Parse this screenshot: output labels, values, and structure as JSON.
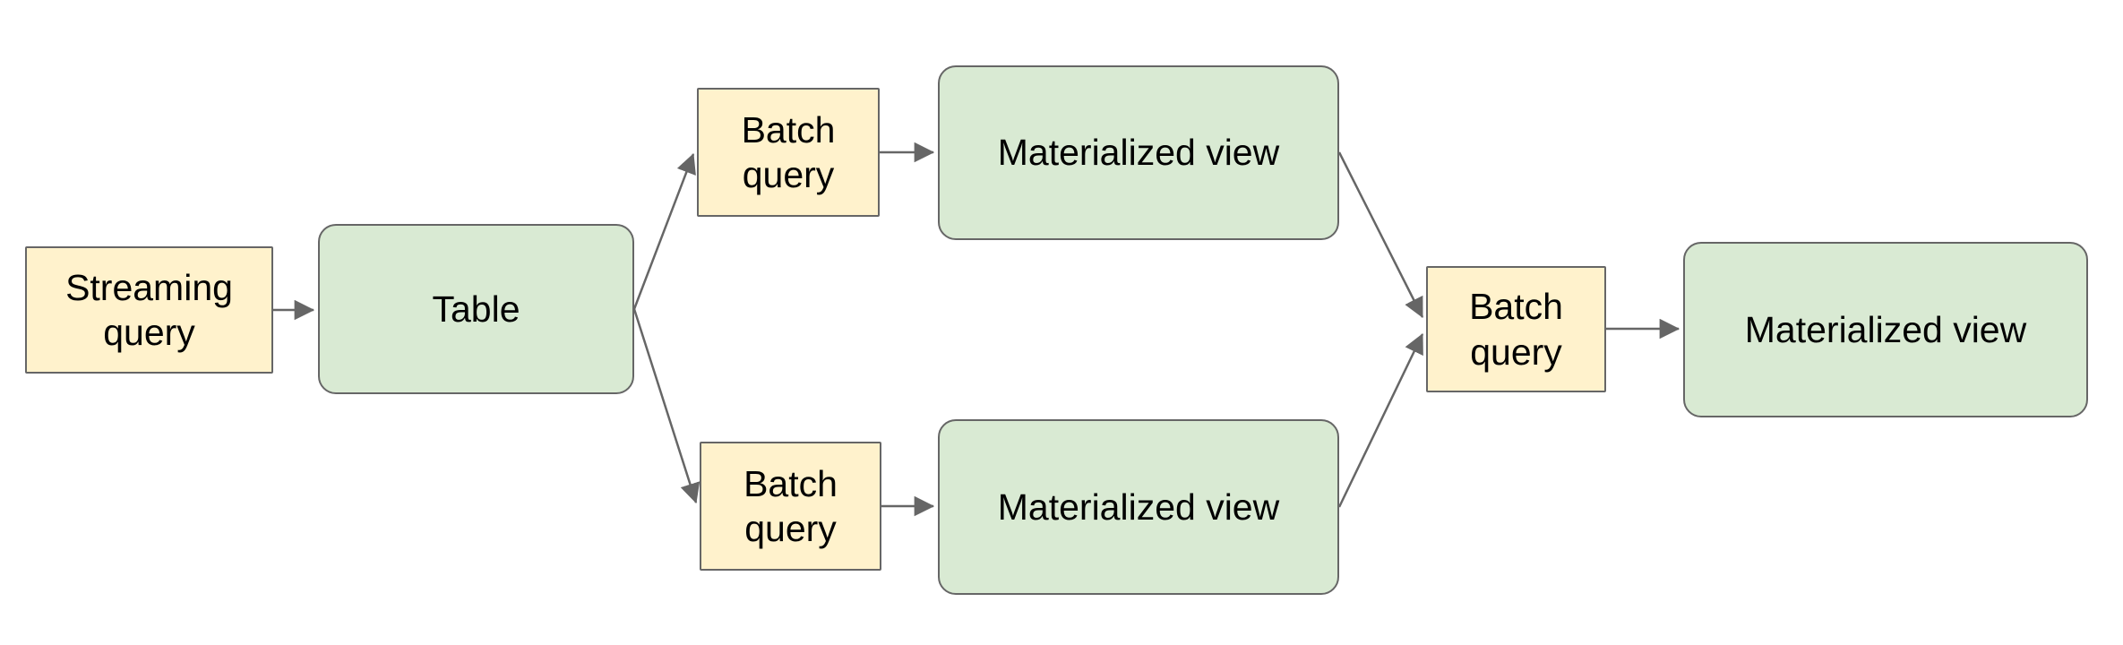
{
  "diagram": {
    "title": "",
    "colors": {
      "background": "#ffffff",
      "query_box_fill": "#fff2cc",
      "entity_box_fill": "#d9ead3",
      "box_border": "#666666",
      "connector": "#666666",
      "text": "#000000"
    },
    "nodes": [
      {
        "id": "streaming-query",
        "label": "Streaming query",
        "kind": "query"
      },
      {
        "id": "table",
        "label": "Table",
        "kind": "entity"
      },
      {
        "id": "batch-query-top",
        "label": "Batch query",
        "kind": "query"
      },
      {
        "id": "materialized-view-top",
        "label": "Materialized view",
        "kind": "entity"
      },
      {
        "id": "batch-query-bottom",
        "label": "Batch query",
        "kind": "query"
      },
      {
        "id": "materialized-view-bottom",
        "label": "Materialized view",
        "kind": "entity"
      },
      {
        "id": "batch-query-right",
        "label": "Batch query",
        "kind": "query"
      },
      {
        "id": "materialized-view-right",
        "label": "Materialized view",
        "kind": "entity"
      }
    ],
    "edges": [
      {
        "from": "streaming-query",
        "to": "table"
      },
      {
        "from": "table",
        "to": "batch-query-top"
      },
      {
        "from": "table",
        "to": "batch-query-bottom"
      },
      {
        "from": "batch-query-top",
        "to": "materialized-view-top"
      },
      {
        "from": "batch-query-bottom",
        "to": "materialized-view-bottom"
      },
      {
        "from": "materialized-view-top",
        "to": "batch-query-right"
      },
      {
        "from": "materialized-view-bottom",
        "to": "batch-query-right"
      },
      {
        "from": "batch-query-right",
        "to": "materialized-view-right"
      }
    ]
  }
}
